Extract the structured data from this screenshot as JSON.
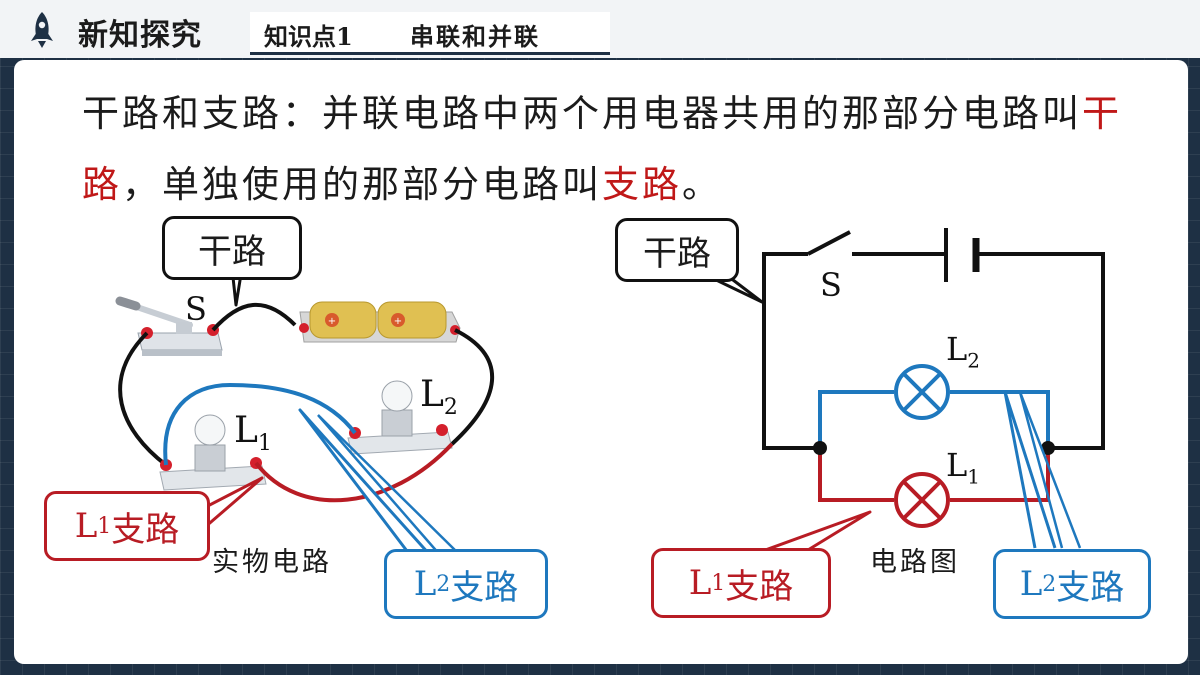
{
  "header": {
    "section_title": "新知探究",
    "topic_label": "知识点1",
    "topic_name": "串联和并联"
  },
  "definition": {
    "part1": "干路和支路：并联电路中两个用电器共用的那部分电路叫",
    "term1": "干路",
    "part2": "，单独使用的那部分电路叫",
    "term2": "支路",
    "part3": "。"
  },
  "left_figure": {
    "main_callout": "干路",
    "switch_label": "S",
    "lamp1_label": "L",
    "lamp1_sub": "1",
    "lamp2_label": "L",
    "lamp2_sub": "2",
    "l1_branch_main": "L",
    "l1_branch_sub": "1",
    "l1_branch_text": "支路",
    "l2_branch_main": "L",
    "l2_branch_sub": "2",
    "l2_branch_text": "支路",
    "caption": "实物电路"
  },
  "right_figure": {
    "main_callout": "干路",
    "switch_label": "S",
    "lamp1_label": "L",
    "lamp1_sub": "1",
    "lamp2_label": "L",
    "lamp2_sub": "2",
    "l1_branch_main": "L",
    "l1_branch_sub": "1",
    "l1_branch_text": "支路",
    "l2_branch_main": "L",
    "l2_branch_sub": "2",
    "l2_branch_text": "支路",
    "caption": "电路图"
  },
  "colors": {
    "trunk": "#1b1b1b",
    "branch_l1": "#b81c24",
    "branch_l2": "#1e78be",
    "header_bg": "#1e3044"
  }
}
